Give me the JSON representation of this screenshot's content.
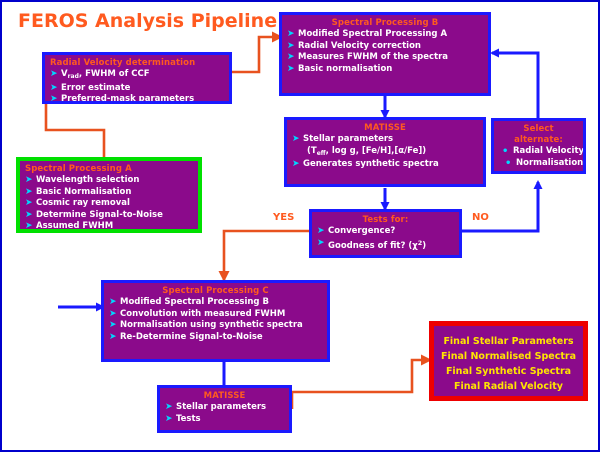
{
  "title": "FEROS Analysis Pipeline",
  "colors": {
    "box_fill": "#8b0a8b",
    "blue_border": "#1a1aff",
    "green_border": "#00e000",
    "red_border": "#ee0000",
    "title_orange": "#ff5a1f",
    "bullet_cyan": "#00d8ff",
    "final_yellow": "#ffe500",
    "page_border": "#0000cc"
  },
  "boxes": {
    "radial_velocity": {
      "title": "Radial Velocity determination",
      "items": [
        "Vrad, FWHM of CCF",
        "Error estimate",
        "Preferred-mask parameters"
      ]
    },
    "spectral_b": {
      "title": "Spectral Processing B",
      "items": [
        "Modified Spectral Processing A",
        "Radial Velocity correction",
        "Measures FWHM of the spectra",
        "Basic normalisation"
      ]
    },
    "matisse_top": {
      "title": "MATISSE",
      "items": [
        "Stellar parameters",
        "(Teff, log g, [Fe/H],[α/Fe])",
        "Generates synthetic spectra"
      ]
    },
    "select_alternate": {
      "title": "Select alternate:",
      "items": [
        "Radial Velocity",
        "Normalisation"
      ]
    },
    "spectral_a": {
      "title": "Spectral Processing A",
      "items": [
        "Wavelength selection",
        "Basic Normalisation",
        "Cosmic ray removal",
        "Determine Signal-to-Noise",
        "Assumed FWHM"
      ]
    },
    "tests": {
      "title": "Tests for:",
      "items": [
        "Convergence?",
        "Goodness of fit? (χ2)"
      ]
    },
    "spectral_c": {
      "title": "Spectral Processing C",
      "items": [
        "Modified Spectral Processing B",
        "Convolution with measured FWHM",
        "Normalisation using synthetic spectra",
        "Re-Determine Signal-to-Noise"
      ]
    },
    "matisse_bottom": {
      "title": "MATISSE",
      "items": [
        "Stellar parameters",
        "Tests"
      ]
    },
    "final_results": {
      "lines": [
        "Final Stellar Parameters",
        "Final Normalised Spectra",
        "Final Synthetic Spectra",
        "Final Radial Velocity"
      ]
    }
  },
  "edge_labels": {
    "yes": "YES",
    "no": "NO"
  },
  "glyphs": {
    "arrow_bullet": "➜",
    "dot_bullet": "•"
  }
}
